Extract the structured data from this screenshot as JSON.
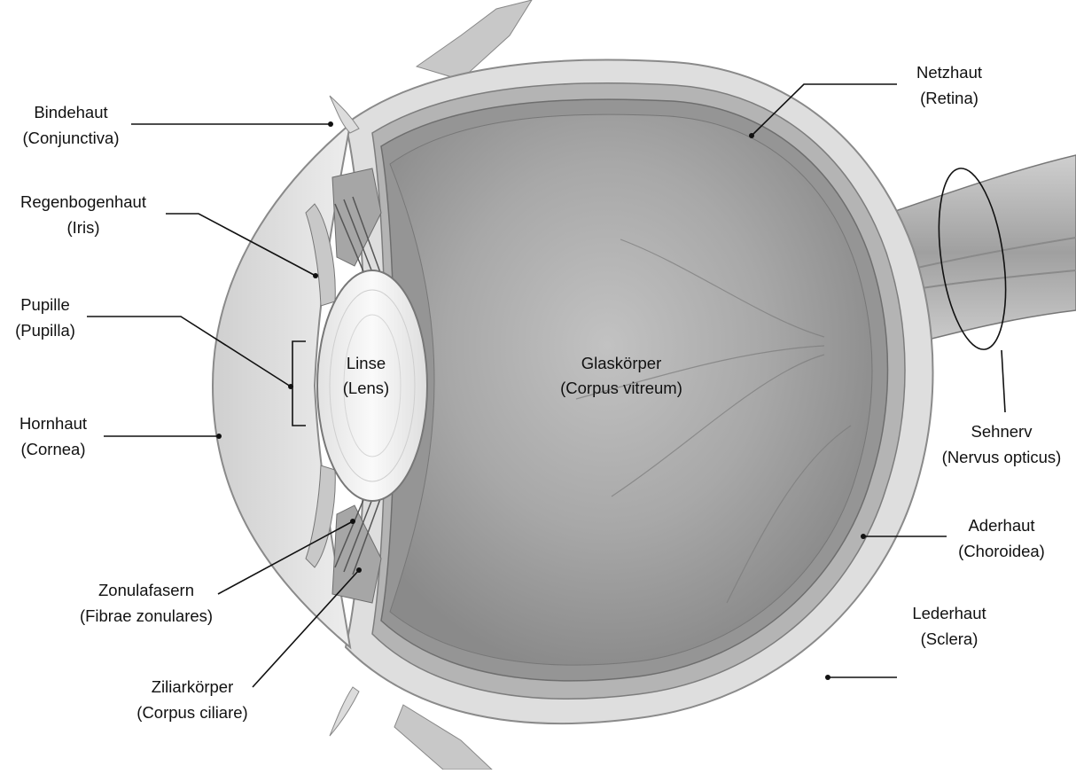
{
  "diagram": {
    "labels": {
      "bindehaut": {
        "de": "Bindehaut",
        "lat": "(Conjunctiva)"
      },
      "regenbogenhaut": {
        "de": "Regenbogenhaut",
        "lat": "(Iris)"
      },
      "pupille": {
        "de": "Pupille",
        "lat": "(Pupilla)"
      },
      "hornhaut": {
        "de": "Hornhaut",
        "lat": "(Cornea)"
      },
      "zonulafasern": {
        "de": "Zonulafasern",
        "lat": "(Fibrae zonulares)"
      },
      "ziliarkoerper": {
        "de": "Ziliarkörper",
        "lat": "(Corpus ciliare)"
      },
      "linse": {
        "de": "Linse",
        "lat": "(Lens)"
      },
      "glaskoerper": {
        "de": "Glaskörper",
        "lat": "(Corpus vitreum)"
      },
      "netzhaut": {
        "de": "Netzhaut",
        "lat": "(Retina)"
      },
      "sehnerv": {
        "de": "Sehnerv",
        "lat": "(Nervus opticus)"
      },
      "aderhaut": {
        "de": "Aderhaut",
        "lat": "(Choroidea)"
      },
      "lederhaut": {
        "de": "Lederhaut",
        "lat": "(Sclera)"
      }
    },
    "colors": {
      "sclera": "#dcdcdc",
      "choroid": "#a9a9a9",
      "retina": "#8c8c8c",
      "vitreous": "#9d9d9d",
      "vitreous_highlight": "#bdbdbd",
      "lens": "#f2f2f2",
      "cornea": "#e6e6e6",
      "leader": "#111111"
    }
  }
}
